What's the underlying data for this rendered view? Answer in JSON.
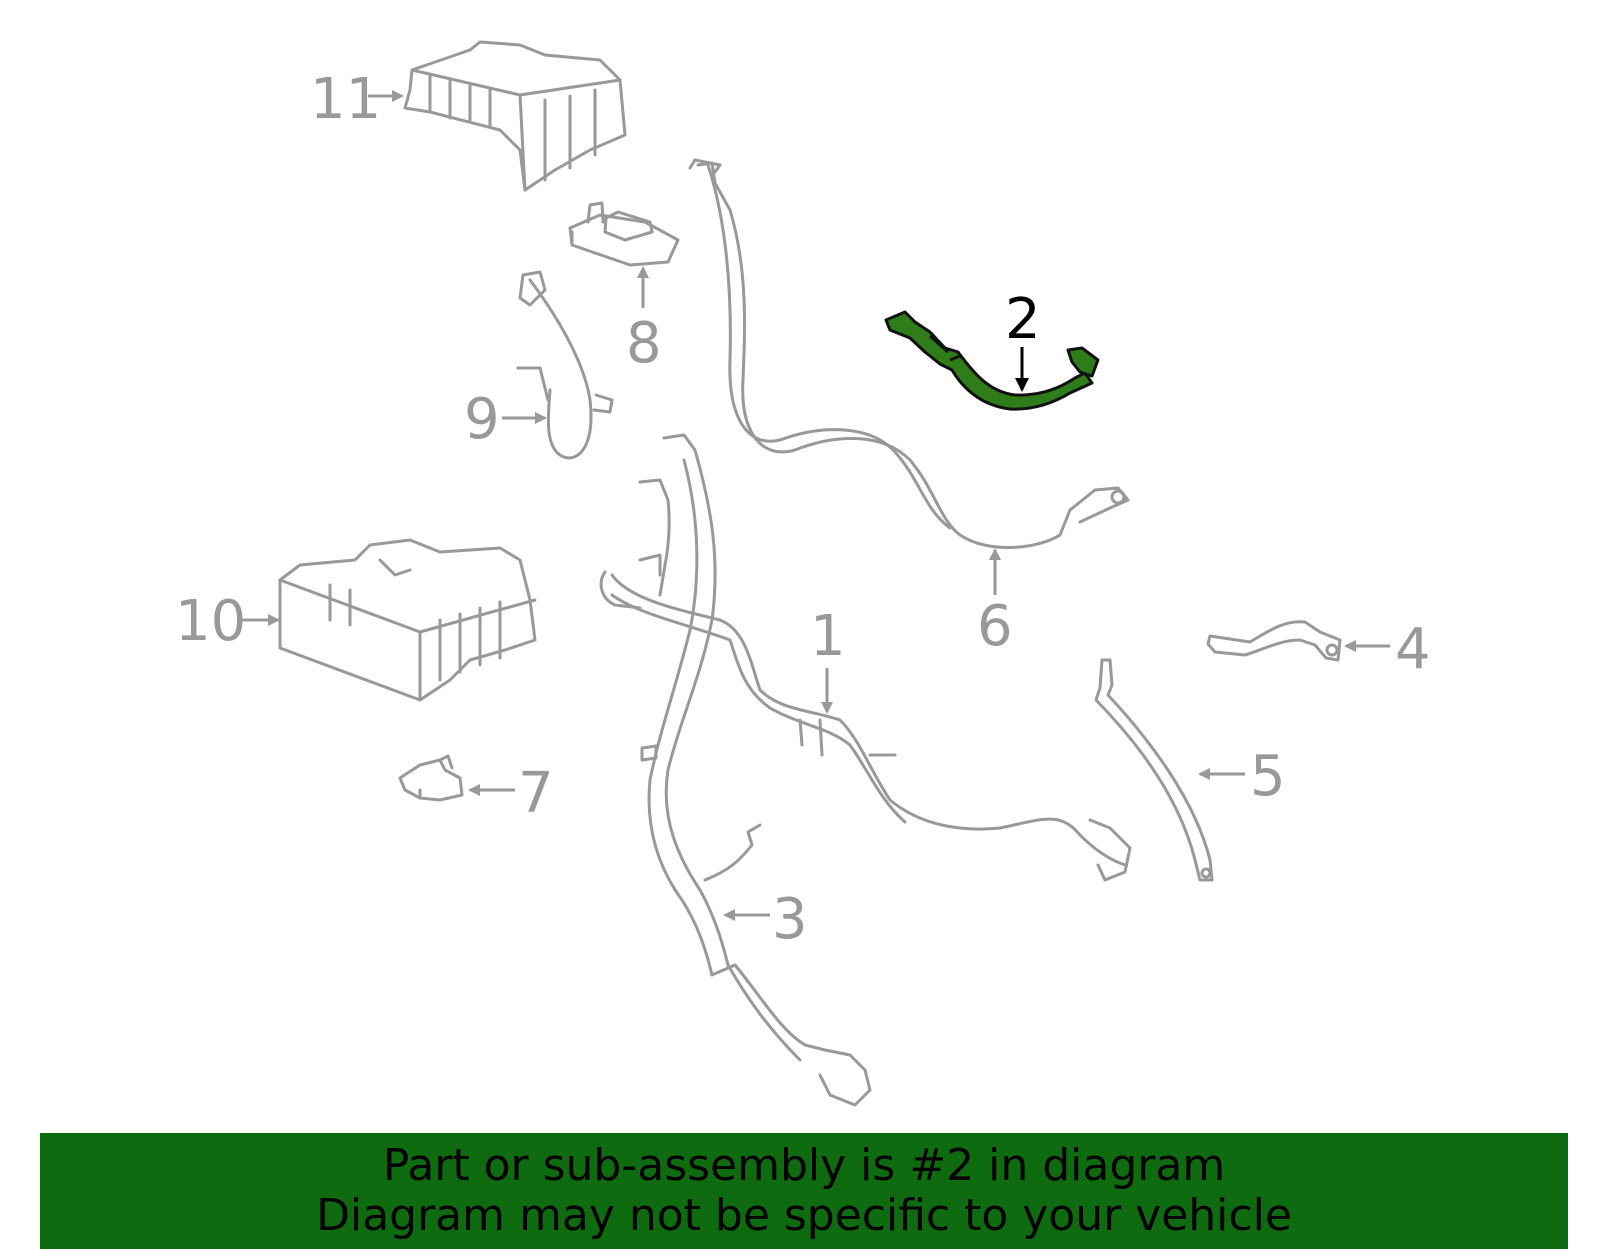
{
  "diagram": {
    "callouts": [
      {
        "id": "1",
        "label": "1",
        "highlighted": false
      },
      {
        "id": "2",
        "label": "2",
        "highlighted": true
      },
      {
        "id": "3",
        "label": "3",
        "highlighted": false
      },
      {
        "id": "4",
        "label": "4",
        "highlighted": false
      },
      {
        "id": "5",
        "label": "5",
        "highlighted": false
      },
      {
        "id": "6",
        "label": "6",
        "highlighted": false
      },
      {
        "id": "7",
        "label": "7",
        "highlighted": false
      },
      {
        "id": "8",
        "label": "8",
        "highlighted": false
      },
      {
        "id": "9",
        "label": "9",
        "highlighted": false
      },
      {
        "id": "10",
        "label": "10",
        "highlighted": false
      },
      {
        "id": "11",
        "label": "11",
        "highlighted": false
      }
    ],
    "colors": {
      "line": "#999999",
      "highlight_fill": "#2e7d1a",
      "banner": "#0f6b0f",
      "text_active": "#000000"
    }
  },
  "banner": {
    "line1": "Part or sub-assembly is #2 in diagram",
    "line2": "Diagram may not be specific to your vehicle"
  }
}
